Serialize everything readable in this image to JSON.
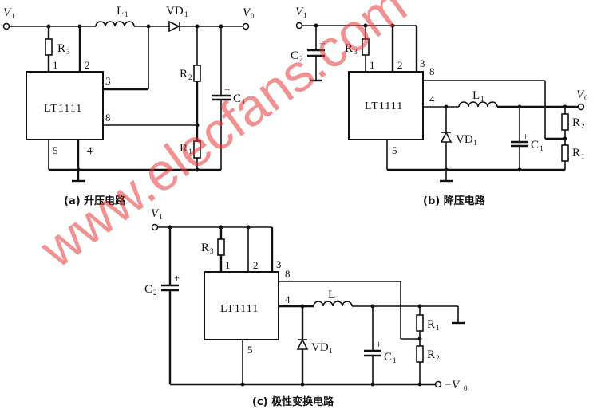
{
  "diagram": {
    "watermark": "www.elecfans.com",
    "chip_label": "LT1111",
    "colors": {
      "line": "#111111",
      "watermark": "#e83838",
      "background": "#ffffff"
    },
    "circuits": [
      {
        "id": "a",
        "caption": "(a) 升压电路",
        "input_label": "V",
        "input_sub": "1",
        "output_label": "V",
        "output_sub": "0",
        "pins": [
          "1",
          "2",
          "3",
          "8",
          "5",
          "4"
        ],
        "components": {
          "inductor": "L",
          "inductor_sub": "1",
          "diode": "VD",
          "diode_sub": "1",
          "r3": "R",
          "r3_sub": "3",
          "r2": "R",
          "r2_sub": "2",
          "r1": "R",
          "r1_sub": "1",
          "c1": "C",
          "c1_sub": "1",
          "plus": "+"
        }
      },
      {
        "id": "b",
        "caption": "(b) 降压电路",
        "input_label": "V",
        "input_sub": "1",
        "output_label": "V",
        "output_sub": "0",
        "pins": [
          "1",
          "2",
          "3",
          "8",
          "4",
          "5"
        ],
        "components": {
          "c2": "C",
          "c2_sub": "2",
          "r3": "R",
          "r3_sub": "3",
          "inductor": "L",
          "inductor_sub": "1",
          "diode": "VD",
          "diode_sub": "1",
          "c1": "C",
          "c1_sub": "1",
          "r2": "R",
          "r2_sub": "2",
          "r1": "R",
          "r1_sub": "1",
          "plus": "+"
        }
      },
      {
        "id": "c",
        "caption": "(c) 极性变换电路",
        "input_label": "V",
        "input_sub": "1",
        "output_label": "−V",
        "output_sub": "0",
        "pins": [
          "1",
          "2",
          "3",
          "8",
          "4",
          "5"
        ],
        "components": {
          "c2": "C",
          "c2_sub": "2",
          "r3": "R",
          "r3_sub": "3",
          "inductor": "L",
          "inductor_sub": "1",
          "diode": "VD",
          "diode_sub": "1",
          "c1": "C",
          "c1_sub": "1",
          "r1": "R",
          "r1_sub": "1",
          "r2": "R",
          "r2_sub": "2",
          "plus": "+"
        }
      }
    ]
  }
}
